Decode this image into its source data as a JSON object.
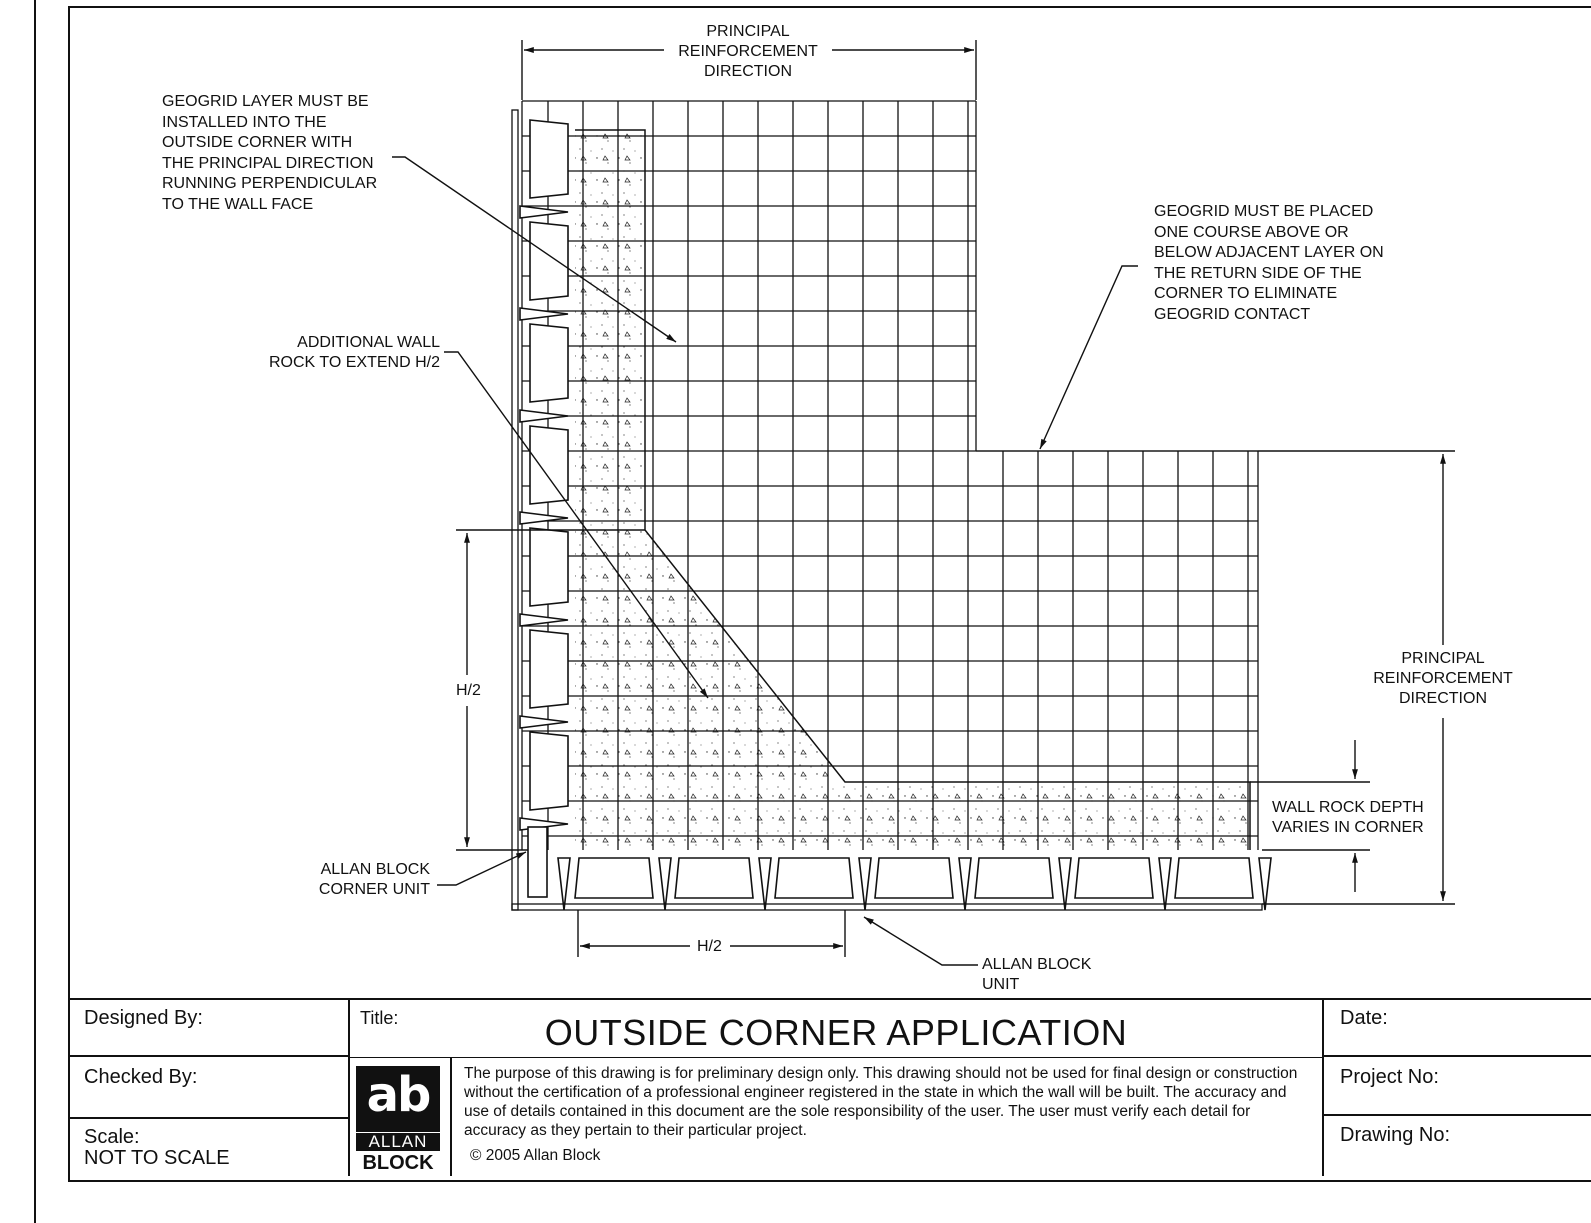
{
  "labels": {
    "principal_top": "PRINCIPAL\nREINFORCEMENT\nDIRECTION",
    "geogrid_corner": "GEOGRID LAYER MUST BE\nINSTALLED INTO THE\nOUTSIDE CORNER WITH\nTHE PRINCIPAL DIRECTION\nRUNNING PERPENDICULAR\nTO THE WALL FACE",
    "geogrid_return": "GEOGRID MUST BE PLACED\nONE COURSE ABOVE OR\nBELOW ADJACENT LAYER ON\nTHE RETURN SIDE OF THE\nCORNER TO ELIMINATE\nGEOGRID CONTACT",
    "wall_rock": "ADDITIONAL WALL\nROCK TO EXTEND H/2",
    "h2_vertical": "H/2",
    "h2_horizontal": "H/2",
    "principal_right": "PRINCIPAL\nREINFORCEMENT\nDIRECTION",
    "rock_depth": "WALL ROCK DEPTH\nVARIES IN CORNER",
    "corner_unit": "ALLAN BLOCK\nCORNER UNIT",
    "block_unit": "ALLAN BLOCK\nUNIT"
  },
  "title_block": {
    "designed_by": "Designed By:",
    "checked_by": "Checked By:",
    "scale_label": "Scale:",
    "scale_value": "NOT TO SCALE",
    "title_label": "Title:",
    "title": "OUTSIDE CORNER APPLICATION",
    "date": "Date:",
    "project_no": "Project No:",
    "drawing_no": "Drawing No:",
    "disclaimer": "The purpose of this drawing is for preliminary design only.  This drawing should not be used for final design or construction without the certification of a professional engineer registered in the state in which the wall will be built.  The accuracy and use of details contained in this document are the sole responsibility of the user.  The user must verify each detail for accuracy as they pertain to their particular project.",
    "copyright": "© 2005 Allan Block",
    "logo_mark": "ab",
    "logo_line1": "ALLAN",
    "logo_line2": "BLOCK"
  }
}
